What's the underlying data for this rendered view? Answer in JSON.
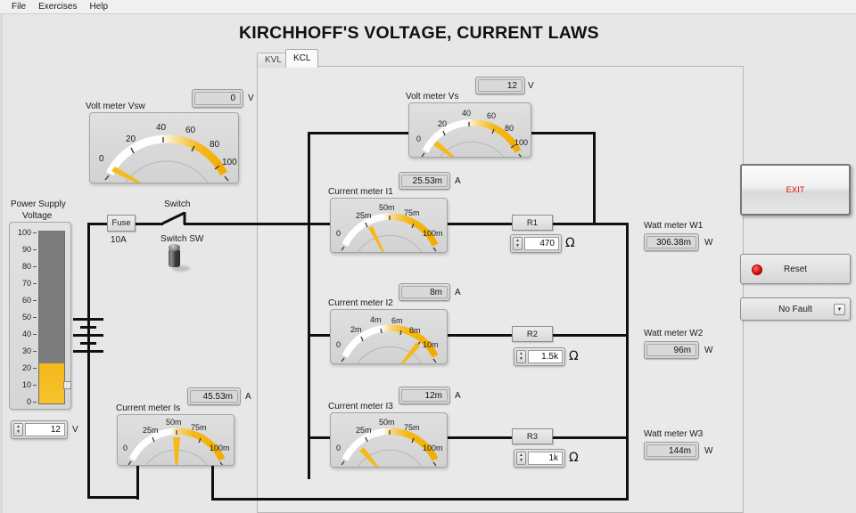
{
  "menu": {
    "items": [
      {
        "label": "File"
      },
      {
        "label": "Exercises"
      },
      {
        "label": "Help"
      }
    ]
  },
  "header": {
    "title": "KIRCHHOFF'S VOLTAGE, CURRENT LAWS"
  },
  "tabs": [
    {
      "label": "KVL",
      "active": false
    },
    {
      "label": "KCL",
      "active": true
    }
  ],
  "power_supply": {
    "label_line1": "Power Supply",
    "label_line2": "Voltage",
    "ticks": [
      "100",
      "90",
      "80",
      "70",
      "60",
      "50",
      "40",
      "30",
      "20",
      "10",
      "0"
    ],
    "value": 12,
    "min": 0,
    "max": 100,
    "numeric_value": "12",
    "unit": "V"
  },
  "circuit": {
    "fuse": {
      "label": "Fuse",
      "rating": "10A"
    },
    "switch": {
      "label": "Switch",
      "knob_label": "Switch SW",
      "state": "open"
    }
  },
  "meters": {
    "vsw": {
      "name": "Volt meter Vsw",
      "display": "0",
      "unit": "V",
      "ticks": [
        "0",
        "20",
        "40",
        "60",
        "80",
        "100"
      ],
      "min": 0,
      "max": 100,
      "needle_value": 0
    },
    "vs": {
      "name": "Volt meter Vs",
      "display": "12",
      "unit": "V",
      "ticks": [
        "0",
        "20",
        "40",
        "60",
        "80",
        "100"
      ],
      "min": 0,
      "max": 100,
      "needle_value": 12
    },
    "is": {
      "name": "Current meter Is",
      "display": "45.53m",
      "unit": "A",
      "ticks": [
        "0",
        "25m",
        "50m",
        "75m",
        "100m"
      ],
      "min": 0,
      "max": 0.1,
      "needle_value": 0.04553
    },
    "i1": {
      "name": "Current meter I1",
      "display": "25.53m",
      "unit": "A",
      "ticks": [
        "0",
        "25m",
        "50m",
        "75m",
        "100m"
      ],
      "min": 0,
      "max": 0.1,
      "needle_value": 0.02553
    },
    "i2": {
      "name": "Current meter I2",
      "display": "8m",
      "unit": "A",
      "ticks": [
        "0",
        "2m",
        "4m",
        "6m",
        "8m",
        "10m"
      ],
      "min": 0,
      "max": 0.01,
      "needle_value": 0.008
    },
    "i3": {
      "name": "Current meter I3",
      "display": "12m",
      "unit": "A",
      "ticks": [
        "0",
        "25m",
        "50m",
        "75m",
        "100m"
      ],
      "min": 0,
      "max": 0.1,
      "needle_value": 0.012
    }
  },
  "resistors": [
    {
      "label": "R1",
      "value": "470",
      "unit": "Ω"
    },
    {
      "label": "R2",
      "value": "1.5k",
      "unit": "Ω"
    },
    {
      "label": "R3",
      "value": "1k",
      "unit": "Ω"
    }
  ],
  "wattmeters": [
    {
      "name": "Watt meter W1",
      "value": "306.38m",
      "unit": "W"
    },
    {
      "name": "Watt meter W2",
      "value": "96m",
      "unit": "W"
    },
    {
      "name": "Watt meter W3",
      "value": "144m",
      "unit": "W"
    }
  ],
  "controls": {
    "exit_label": "EXIT",
    "exit_color": "#e01010",
    "reset_label": "Reset",
    "led_color": "#cc0000",
    "fault_label": "No Fault",
    "fault_arrow": "▼"
  },
  "theme": {
    "accent": "#f5b91a",
    "wire": "#101010",
    "panel_bg": "#e7e7e7"
  }
}
